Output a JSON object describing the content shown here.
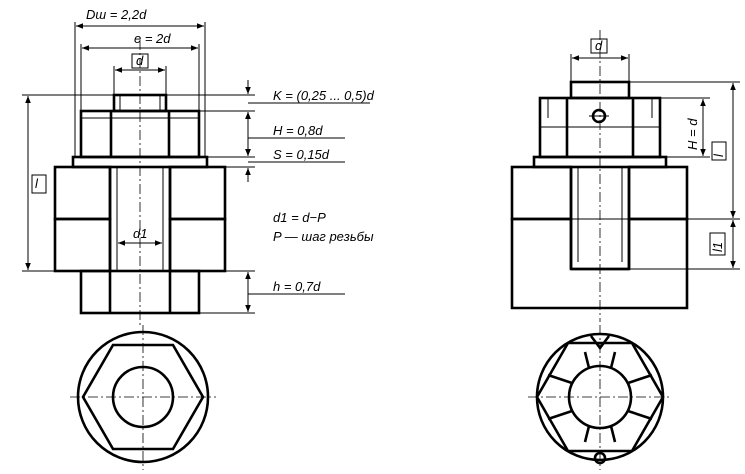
{
  "left_view": {
    "dim_washer_diameter": "Dш = 2,2d",
    "dim_nut_across_corners": "e = 2d",
    "dim_thread": "d",
    "dim_length": "l",
    "dim_hole": "d1",
    "label_chamfer": "K = (0,25 ... 0,5)d",
    "label_nut_height": "H = 0,8d",
    "label_washer_thickness": "S = 0,15d",
    "label_bottom_height": "h = 0,7d",
    "note_d1": "d1 = d−P",
    "note_p": "P — шаг резьбы"
  },
  "right_view": {
    "dim_thread": "d",
    "dim_nut_height": "H = d",
    "dim_length": "l",
    "dim_engagement": "l1"
  }
}
